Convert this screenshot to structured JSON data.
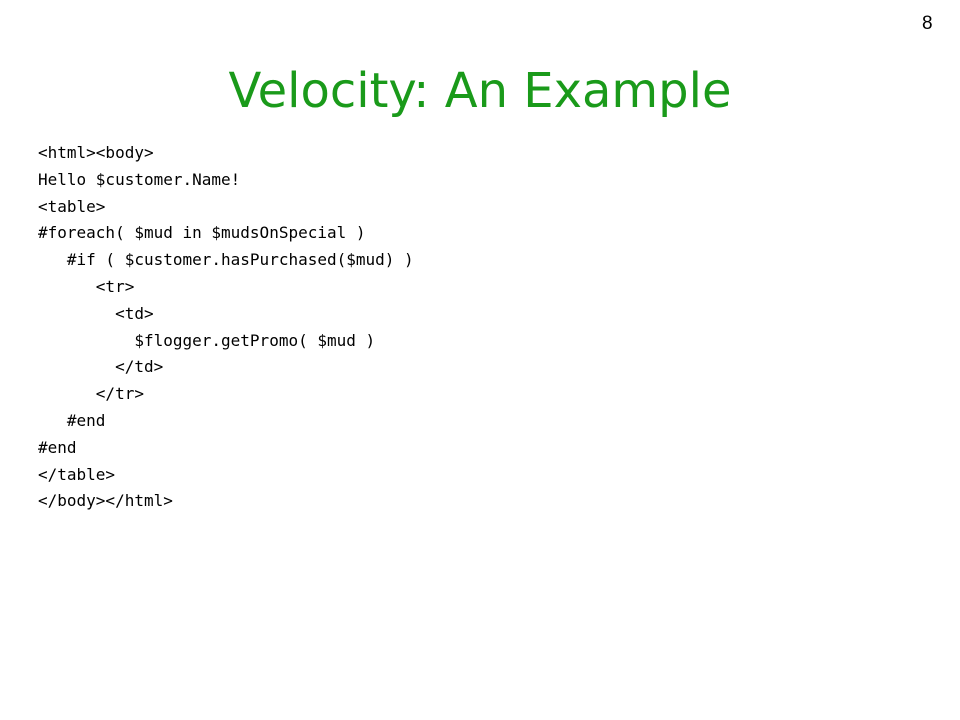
{
  "slide": {
    "page_number": "8",
    "title": "Velocity: An Example",
    "code_lines": [
      "<html><body>",
      "Hello $customer.Name!",
      "<table>",
      "#foreach( $mud in $mudsOnSpecial )",
      "   #if ( $customer.hasPurchased($mud) )",
      "      <tr>",
      "        <td>",
      "          $flogger.getPromo( $mud )",
      "        </td>",
      "      </tr>",
      "   #end",
      "#end",
      "</table>",
      "</body></html>"
    ],
    "colors": {
      "title": "#1a9a1a",
      "text": "#000000",
      "background": "#ffffff"
    }
  }
}
